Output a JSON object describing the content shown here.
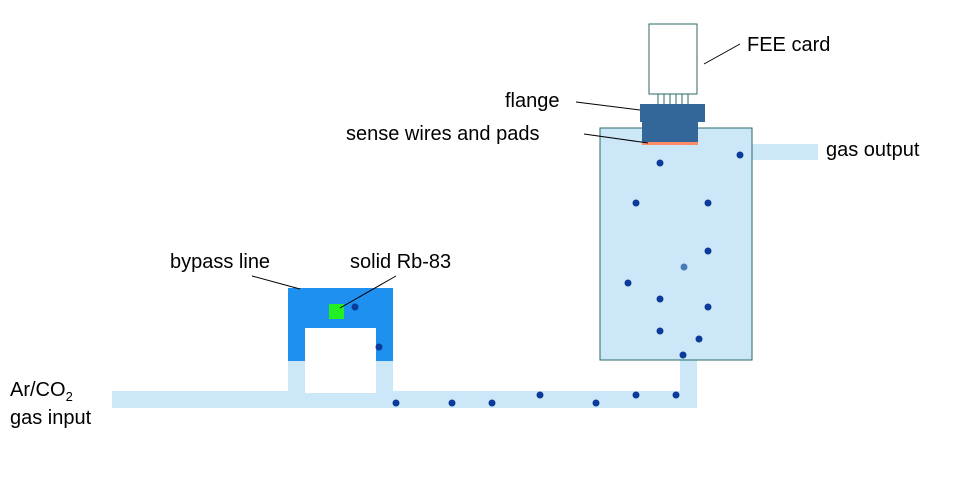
{
  "labels": {
    "fee_card": "FEE card",
    "flange": "flange",
    "sense_wires": "sense wires and pads",
    "gas_output": "gas output",
    "bypass_line": "bypass line",
    "source": "solid Rb-83",
    "gas_input_main": "Ar/CO",
    "gas_input_sub": "2",
    "gas_input_line2": "gas input"
  },
  "colors": {
    "gas": "#cce8f8",
    "bypass": "#1e90f0",
    "chamber_stroke": "#2a6a6a",
    "flange": "#336699",
    "pads": "#ff8c66",
    "source": "#22ee22",
    "particle": "#0a3a9a",
    "particle_decayed": "#4a78b8"
  }
}
